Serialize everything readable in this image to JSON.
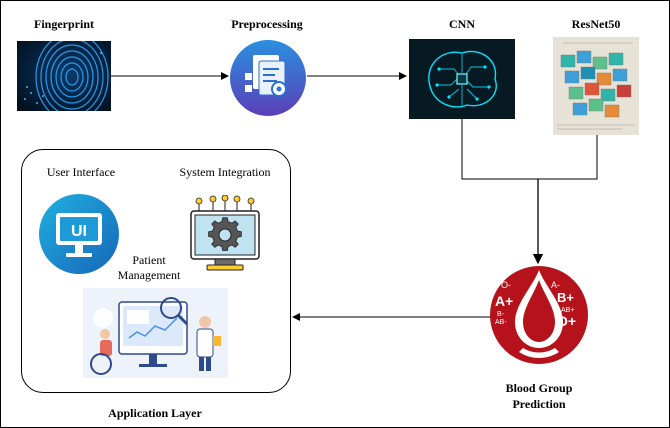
{
  "nodes": {
    "fingerprint": "Fingerprint",
    "preprocessing": "Preprocessing",
    "cnn": "CNN",
    "resnet": "ResNet50",
    "blood_line1": "Blood Group",
    "blood_line2": "Prediction"
  },
  "app_layer": {
    "title": "Application Layer",
    "user_interface": "User Interface",
    "system_integration": "System Integration",
    "patient_line1": "Patient",
    "patient_line2": "Management",
    "ui_glyph": "UI"
  },
  "blood_types": {
    "a_pos": "A+",
    "a_neg": "A-",
    "b_pos": "B+",
    "b_neg": "B-",
    "ab_pos": "AB+",
    "ab_neg": "AB-",
    "o_pos": "O+",
    "o_neg": "O-"
  },
  "colors": {
    "arrow": "#000000",
    "blood_red": "#b5121b",
    "ui_blue": "#1e9bd7",
    "preproc_blue": "#2a6fd1",
    "preproc_purple": "#5b3fb8",
    "cnn_teal": "#00e5ff",
    "fingerprint_blue": "#2aa8ff"
  },
  "icons": {
    "fingerprint": "fingerprint-image",
    "preprocessing": "document-gear-icon",
    "cnn": "neural-brain-image",
    "resnet": "network-blocks-image",
    "blood": "blood-drop-icon",
    "ui": "ui-monitor-icon",
    "integration": "monitor-gear-icon",
    "patient": "patient-management-illustration"
  }
}
